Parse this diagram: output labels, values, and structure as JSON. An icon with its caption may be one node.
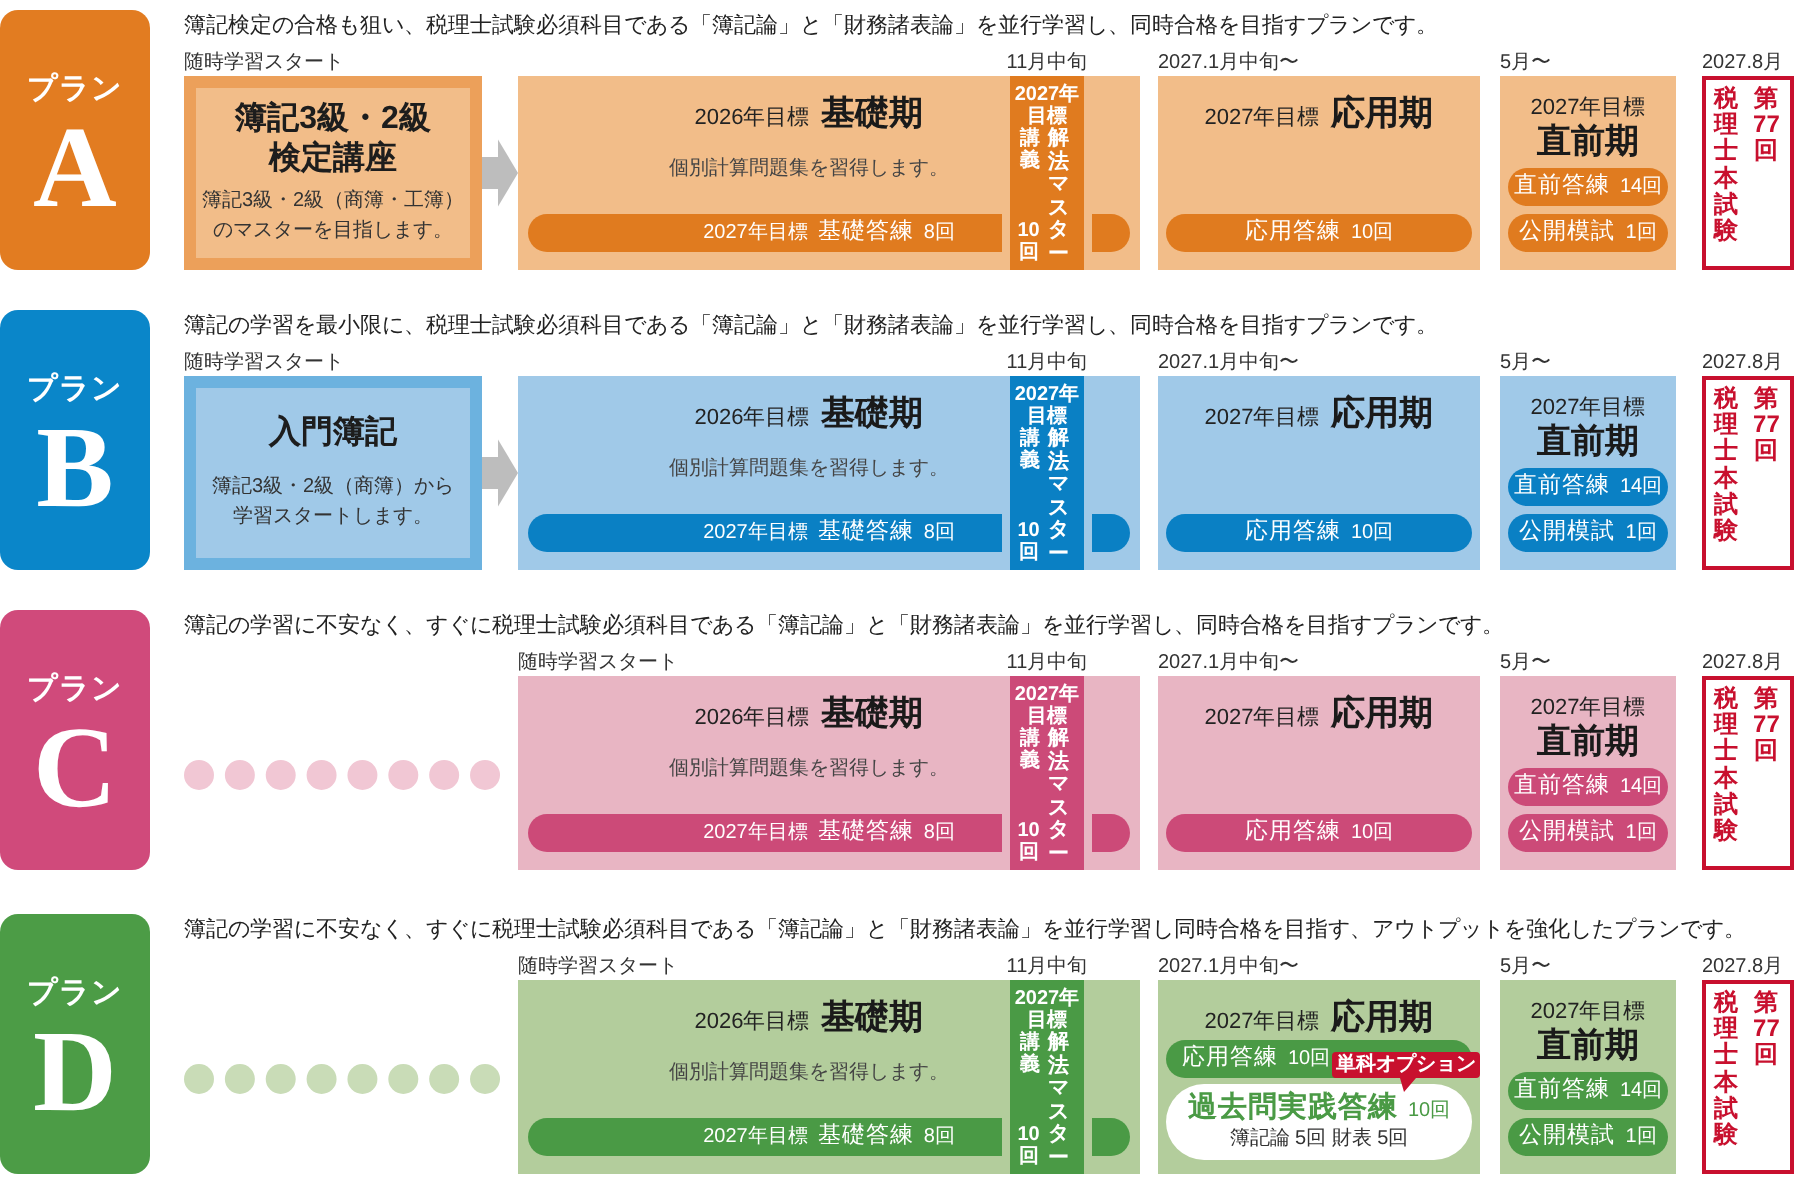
{
  "diagram": {
    "nodes": [
      {
        "text": [
          "プラン",
          "A"
        ],
        "beside": [
          "簿記検定の合格も狙い、税理士試験必須科目である「簿記論」と「財務諸表論」を並行学習し、同時合格を目指すプランです。"
        ]
      },
      {
        "text": [
          "簿記3級・2級検定講座",
          "簿記3級・2級（商簿・工簿）のマスターを目指します。"
        ],
        "beside": [
          "随時学習スタート"
        ]
      },
      {
        "text": [
          "2026年目標",
          "基礎期",
          "個別計算問題集を習得します。"
        ]
      },
      {
        "text": [
          "2027年目標",
          "基礎答練",
          "8回"
        ],
        "in": 2
      },
      {
        "text": [
          "2027年目標",
          "講義",
          "10回",
          "解法マスター"
        ],
        "in": 2,
        "beside": [
          "11月中旬"
        ]
      },
      {
        "text": [
          "2027年目標",
          "応用期"
        ],
        "beside": [
          "2027.1月中旬〜"
        ]
      },
      {
        "text": [
          "応用答練",
          "10回"
        ],
        "in": 5
      },
      {
        "text": [
          "2027年目標",
          "直前期"
        ],
        "beside": [
          "5月〜"
        ]
      },
      {
        "text": [
          "直前答練",
          "14回"
        ],
        "in": 7
      },
      {
        "text": [
          "公開模試",
          "1回"
        ],
        "in": 7
      },
      {
        "text": [
          "税理士本試験",
          "第77回"
        ],
        "beside": [
          "2027.8月"
        ]
      },
      {
        "text": [
          "プラン",
          "B"
        ],
        "beside": [
          "簿記の学習を最小限に、税理士試験必須科目である「簿記論」と「財務諸表論」を並行学習し、同時合格を目指すプランです。"
        ]
      },
      {
        "text": [
          "入門簿記",
          "簿記3級・2級（商簿）から学習スタートします。"
        ],
        "beside": [
          "随時学習スタート"
        ]
      },
      {
        "text": [
          "2026年目標",
          "基礎期",
          "個別計算問題集を習得します。"
        ]
      },
      {
        "text": [
          "2027年目標",
          "基礎答練",
          "8回"
        ],
        "in": 13
      },
      {
        "text": [
          "2027年目標",
          "講義",
          "10回",
          "解法マスター"
        ],
        "in": 13,
        "beside": [
          "11月中旬"
        ]
      },
      {
        "text": [
          "2027年目標",
          "応用期"
        ],
        "beside": [
          "2027.1月中旬〜"
        ]
      },
      {
        "text": [
          "応用答練",
          "10回"
        ],
        "in": 16
      },
      {
        "text": [
          "2027年目標",
          "直前期"
        ],
        "beside": [
          "5月〜"
        ]
      },
      {
        "text": [
          "直前答練",
          "14回"
        ],
        "in": 18
      },
      {
        "text": [
          "公開模試",
          "1回"
        ],
        "in": 18
      },
      {
        "text": [
          "税理士本試験",
          "第77回"
        ],
        "beside": [
          "2027.8月"
        ]
      },
      {
        "text": [
          "プラン",
          "C"
        ],
        "beside": [
          "簿記の学習に不安なく、すぐに税理士試験必須科目である「簿記論」と「財務諸表論」を並行学習し、同時合格を目指すプランです。"
        ]
      },
      {
        "text": [
          "2026年目標",
          "基礎期",
          "個別計算問題集を習得します。"
        ],
        "beside": [
          "随時学習スタート"
        ]
      },
      {
        "text": [
          "2027年目標",
          "基礎答練",
          "8回"
        ],
        "in": 23
      },
      {
        "text": [
          "2027年目標",
          "講義",
          "10回",
          "解法マスター"
        ],
        "in": 23,
        "beside": [
          "11月中旬"
        ]
      },
      {
        "text": [
          "2027年目標",
          "応用期"
        ],
        "beside": [
          "2027.1月中旬〜"
        ]
      },
      {
        "text": [
          "応用答練",
          "10回"
        ],
        "in": 26
      },
      {
        "text": [
          "2027年目標",
          "直前期"
        ],
        "beside": [
          "5月〜"
        ]
      },
      {
        "text": [
          "直前答練",
          "14回"
        ],
        "in": 28
      },
      {
        "text": [
          "公開模試",
          "1回"
        ],
        "in": 28
      },
      {
        "text": [
          "税理士本試験",
          "第77回"
        ],
        "beside": [
          "2027.8月"
        ]
      },
      {
        "text": [
          "プラン",
          "D"
        ],
        "beside": [
          "簿記の学習に不安なく、すぐに税理士試験必須科目である「簿記論」と「財務諸表論」を並行学習し同時合格を目指す、アウトプットを強化したプランです。"
        ]
      },
      {
        "text": [
          "2026年目標",
          "基礎期",
          "個別計算問題集を習得します。"
        ],
        "beside": [
          "随時学習スタート"
        ]
      },
      {
        "text": [
          "2027年目標",
          "基礎答練",
          "8回"
        ],
        "in": 33
      },
      {
        "text": [
          "2027年目標",
          "講義",
          "10回",
          "解法マスター"
        ],
        "in": 33,
        "beside": [
          "11月中旬"
        ]
      },
      {
        "text": [
          "2027年目標",
          "応用期"
        ],
        "beside": [
          "2027.1月中旬〜"
        ]
      },
      {
        "text": [
          "応用答練",
          "10回"
        ],
        "in": 36
      },
      {
        "text": [
          "単科オプション"
        ],
        "in": 36
      },
      {
        "text": [
          "過去問実践答練",
          "10回",
          "簿記論 5回 財表 5回"
        ],
        "in": 36
      },
      {
        "text": [
          "2027年目標",
          "直前期"
        ],
        "beside": [
          "5月〜"
        ]
      },
      {
        "text": [
          "直前答練",
          "14回"
        ],
        "in": 40
      },
      {
        "text": [
          "公開模試",
          "1回"
        ],
        "in": 40
      },
      {
        "text": [
          "税理士本試験",
          "第77回"
        ],
        "beside": [
          "2027.8月"
        ]
      }
    ],
    "edges": [
      {
        "from": 1,
        "to": 2,
        "arrow": "to"
      },
      {
        "from": 12,
        "to": 13,
        "arrow": "to"
      }
    ]
  }
}
